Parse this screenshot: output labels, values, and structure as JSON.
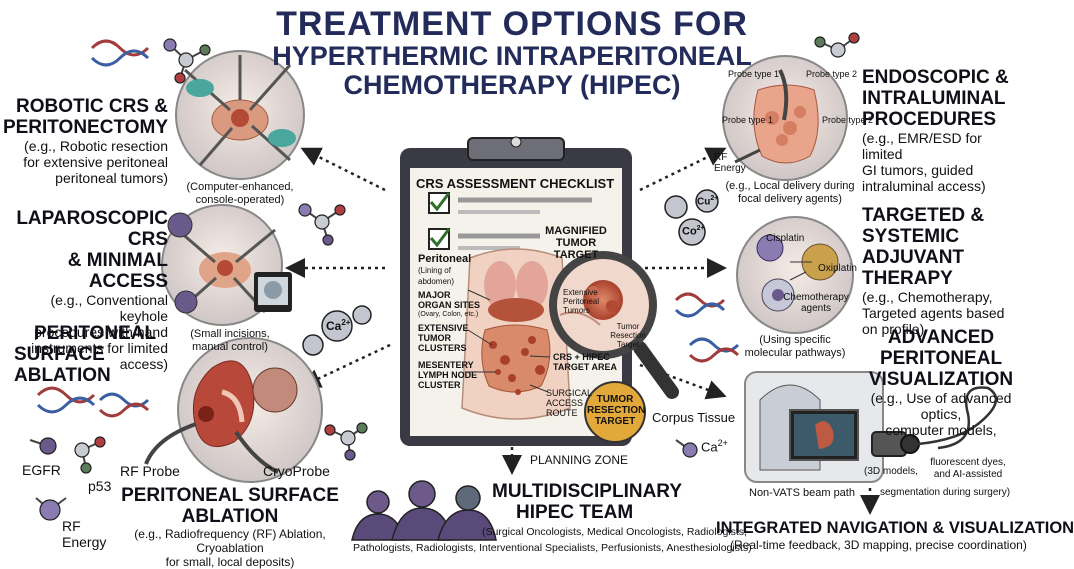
{
  "title": {
    "line1": "TREATMENT OPTIONS FOR",
    "line2": "HYPERTHERMIC INTRAPERITONEAL",
    "line3": "CHEMOTHERAPY (HIPEC)"
  },
  "robotic": {
    "heading1": "ROBOTIC CRS &",
    "heading2": "PERITONECTOMY",
    "desc1": "(e.g., Robotic resection",
    "desc2": "for extensive peritoneal",
    "desc3": "peritoneal tumors)",
    "caption1": "(Computer-enhanced,",
    "caption2": "console-operated)"
  },
  "laparoscopic": {
    "heading1": "LAPAROSCOPIC CRS",
    "heading2": "& MINIMAL ACCESS",
    "desc1": "(e.g., Conventional keyhole",
    "desc2": "procedures with hand",
    "desc3": "instruments for limited access)",
    "caption1": "(Small incisions,",
    "caption2": "manual control)"
  },
  "ablation_top": {
    "heading1": "PERITONEAL",
    "heading2": "SURFACE ABLATION"
  },
  "ablation_bottom": {
    "heading1": "PERITONEAL SURFACE",
    "heading2": "ABLATION",
    "desc1": "(e.g., Radiofrequency (RF) Ablation, Cryoablation",
    "desc2": "for small, local deposits)",
    "rf_probe": "RF Probe",
    "cryo_probe": "CryoProbe"
  },
  "molecules": {
    "egfr": "EGFR",
    "p53": "p53",
    "rf_energy_1": "RF",
    "rf_energy_2": "Energy",
    "ca": "Ca",
    "ca_sup": "2+",
    "ca2": "Ca",
    "ca2_sup": "2+",
    "co": "Co",
    "co_sup": "2+",
    "cu": "Cu",
    "cu_sup": "2+"
  },
  "endoscopic": {
    "heading1": "ENDOSCOPIC &",
    "heading2": "INTRALUMINAL",
    "heading3": "PROCEDURES",
    "desc1": "(e.g., EMR/ESD for limited",
    "desc2": "GI tumors, guided",
    "desc3": "intraluminal access)",
    "probe_type1": "Probe type 1",
    "probe_type2": "Probe type 2",
    "rf_energy1": "RF",
    "rf_energy2": "Energy",
    "caption1": "(e.g., Local delivery during",
    "caption2": "focal delivery agents)"
  },
  "targeted": {
    "heading1": "TARGETED &",
    "heading2": "SYSTEMIC",
    "heading3": "ADJUVANT THERAPY",
    "desc1": "(e.g., Chemotherapy,",
    "desc2": "Targeted agents based",
    "desc3": "on profile)",
    "cisplatin": "Cisplatin",
    "oxiplatin": "Oxiplatin",
    "chemo1": "Chemotherapy",
    "chemo2": "agents",
    "caption1": "(Using specific",
    "caption2": "molecular pathways)"
  },
  "visualization": {
    "heading1": "ADVANCED",
    "heading2": "PERITONEAL",
    "heading3": "VISUALIZATION",
    "desc1": "(e.g., Use of advanced optics,",
    "desc2": "computer models,",
    "note1": "(3D models,",
    "note2": "fluorescent dyes,",
    "note3": "and AI-assisted",
    "note4": "segmentation during surgery)",
    "beam": "Non-VATS beam path"
  },
  "navigation": {
    "heading": "INTEGRATED NAVIGATION & VISUALIZATION",
    "desc": "(Real-time feedback, 3D mapping, precise coordination)"
  },
  "team": {
    "heading1": "MULTIDISCIPLINARY",
    "heading2": "HIPEC TEAM",
    "desc1": "(Surgical Oncologists, Medical Oncologists, Radiologists,",
    "desc2": "Pathologists, Radiologists, Interventional Specialists, Perfusionists, Anesthesiologists)"
  },
  "checklist": {
    "title": "CRS ASSESSMENT CHECKLIST",
    "magnified1": "MAGNIFIED",
    "magnified2": "TUMOR",
    "magnified3": "TARGET",
    "peritoneal1": "Peritoneal",
    "peritoneal2": "(Lining of",
    "peritoneal3": "abdomen)",
    "organ1": "MAJOR",
    "organ2": "ORGAN SITES",
    "organ3": "(Ovary, Colon, etc.)",
    "ext1": "EXTENSIVE",
    "ext2": "TUMOR",
    "ext3": "CLUSTERS",
    "mes1": "MESENTERY",
    "mes2": "LYMPH NODE",
    "mes3": "CLUSTER",
    "lens1": "Extensive",
    "lens2": "Peritoneal",
    "lens3": "Tumors",
    "lens4": "Tumor",
    "lens5": "Resection",
    "lens6": "Target",
    "crs_target1": "CRS + HIPEC",
    "crs_target2": "TARGET AREA",
    "access1": "SURGICAL",
    "access2": "ACCESS",
    "access3": "ROUTE",
    "resect1": "TUMOR",
    "resect2": "RESECTION",
    "resect3": "TARGET",
    "corpus": "Corpus Tissue",
    "planning": "PLANNING ZONE"
  },
  "colors": {
    "title": "#232b5a",
    "clipboard": "#3a3a44",
    "paper": "#f4f2ea",
    "tumor": "#c0563a",
    "lens_ring": "#444",
    "accent_orange": "#e2a93a"
  }
}
